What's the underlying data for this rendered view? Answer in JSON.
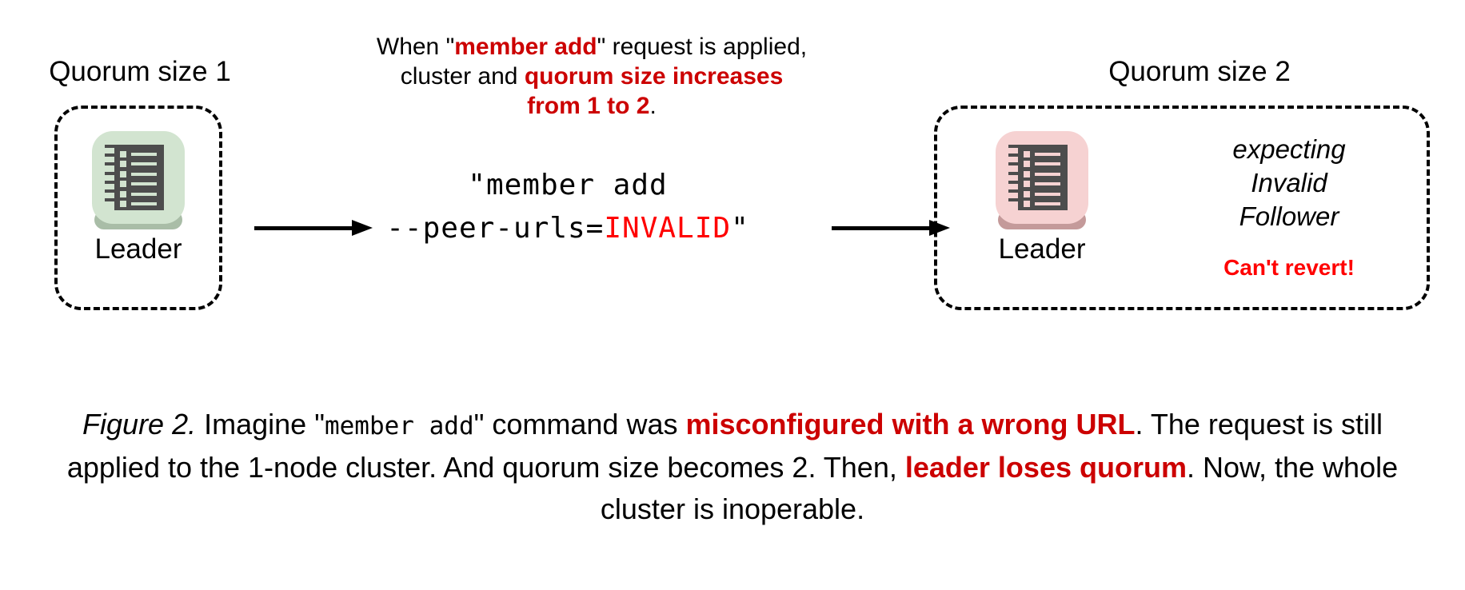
{
  "figure": {
    "annotation": {
      "line1_pre": "When \"",
      "line1_em": "member add",
      "line1_post": "\" request is applied,",
      "line2_pre": "cluster and ",
      "line2_em": "quorum size increases",
      "line3_em": "from 1 to 2",
      "line3_post": "."
    },
    "left_cluster": {
      "quorum_label": "Quorum size 1",
      "node_label": "Leader",
      "tile_color": "#d2e4d0",
      "tile_shadow_color": "#a9bda7",
      "server_color": "#4d4d4d"
    },
    "right_cluster": {
      "quorum_label": "Quorum size 2",
      "node_label": "Leader",
      "tile_color": "#f6d2d2",
      "tile_shadow_color": "#c49a9a",
      "server_color": "#4d4d4d",
      "status_line1": "expecting",
      "status_line2": "Invalid",
      "status_line3": "Follower",
      "warning": "Can't revert!"
    },
    "command": {
      "line1": "\"member add",
      "line2_pre": "--peer-urls=",
      "line2_bad": "INVALID",
      "line2_post": "\""
    },
    "caption": {
      "figure_number": "Figure 2.",
      "seg1": " Imagine \"",
      "mono1": "member add",
      "seg2": "\" command was ",
      "em1": "misconfigured with a wrong URL",
      "seg3": ". The request is still applied to the 1-node cluster. And quorum size becomes 2. Then, ",
      "em2": "leader loses quorum",
      "seg4": ". Now, the whole cluster is inoperable."
    },
    "colors": {
      "accent_red": "#cc0000",
      "bright_red": "#ff0000",
      "ink": "#000000",
      "background": "#ffffff"
    }
  }
}
